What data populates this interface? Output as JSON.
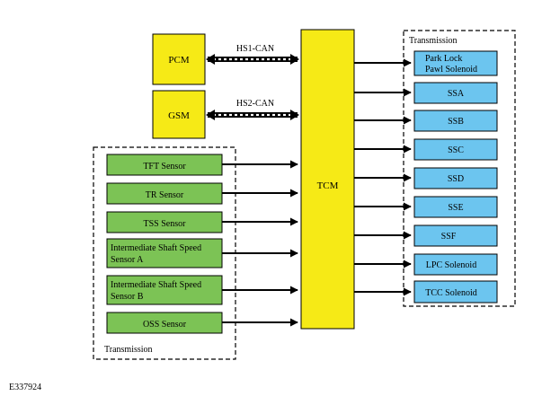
{
  "colors": {
    "yellow": "#f6ea16",
    "green": "#7cc355",
    "blue": "#6cc5ef",
    "stroke": "#000000"
  },
  "pcm": {
    "label": "PCM"
  },
  "gsm": {
    "label": "GSM"
  },
  "tcm": {
    "label": "TCM"
  },
  "buses": {
    "hs1": "HS1-CAN",
    "hs2": "HS2-CAN"
  },
  "inputs_group": {
    "label": "Transmission",
    "items": [
      {
        "lines": [
          "TFT Sensor"
        ]
      },
      {
        "lines": [
          "TR Sensor"
        ]
      },
      {
        "lines": [
          "TSS Sensor"
        ]
      },
      {
        "lines": [
          "Intermediate Shaft Speed",
          "Sensor A"
        ]
      },
      {
        "lines": [
          "Intermediate Shaft Speed",
          "Sensor B"
        ]
      },
      {
        "lines": [
          "OSS Sensor"
        ]
      }
    ]
  },
  "outputs_group": {
    "label": "Transmission",
    "items": [
      {
        "lines": [
          "Park Lock",
          "Pawl Solenoid"
        ]
      },
      {
        "lines": [
          "SSA"
        ]
      },
      {
        "lines": [
          "SSB"
        ]
      },
      {
        "lines": [
          "SSC"
        ]
      },
      {
        "lines": [
          "SSD"
        ]
      },
      {
        "lines": [
          "SSE"
        ]
      },
      {
        "lines": [
          "SSF"
        ]
      },
      {
        "lines": [
          "LPC Solenoid"
        ]
      },
      {
        "lines": [
          "TCC Solenoid"
        ]
      }
    ]
  },
  "figure_id": "E337924"
}
